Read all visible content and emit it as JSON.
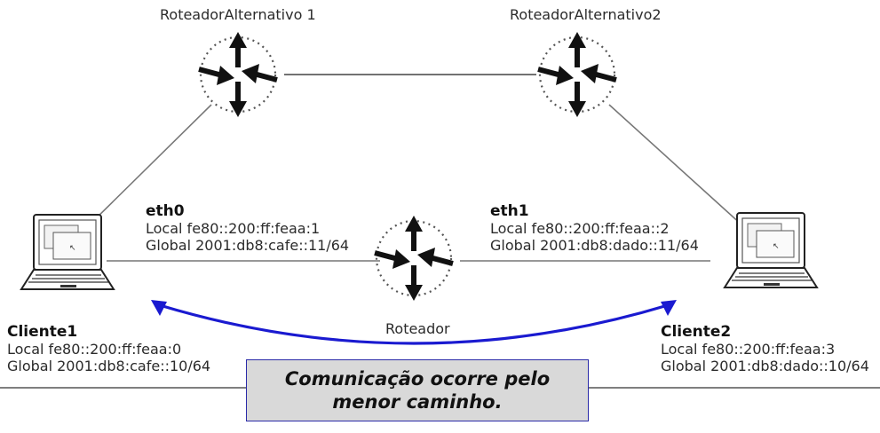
{
  "routers": {
    "alt1": {
      "name": "RoteadorAlternativo 1"
    },
    "alt2": {
      "name": "RoteadorAlternativo2"
    },
    "main": {
      "name": "Roteador"
    }
  },
  "interfaces": {
    "eth0": {
      "name": "eth0",
      "local": "Local fe80::200:ff:feaa:1",
      "global": "Global 2001:db8:cafe::11/64"
    },
    "eth1": {
      "name": "eth1",
      "local": "Local fe80::200:ff:feaa::2",
      "global": "Global 2001:db8:dado::11/64"
    }
  },
  "clients": {
    "c1": {
      "name": "Cliente1",
      "local": "Local fe80::200:ff:feaa:0",
      "global": "Global 2001:db8:cafe::10/64"
    },
    "c2": {
      "name": "Cliente2",
      "local": "Local fe80::200:ff:feaa:3",
      "global": "Global 2001:db8:dado::10/64"
    }
  },
  "callout": {
    "line1": "Comunicação ocorre pelo",
    "line2": "menor caminho."
  },
  "colors": {
    "arrow": "#1a1ad0",
    "links": "#444444",
    "callout_border": "#2a2aa8",
    "callout_fill": "#d9d9d9"
  },
  "icons": {
    "router": "router-icon",
    "laptop": "laptop-icon"
  }
}
